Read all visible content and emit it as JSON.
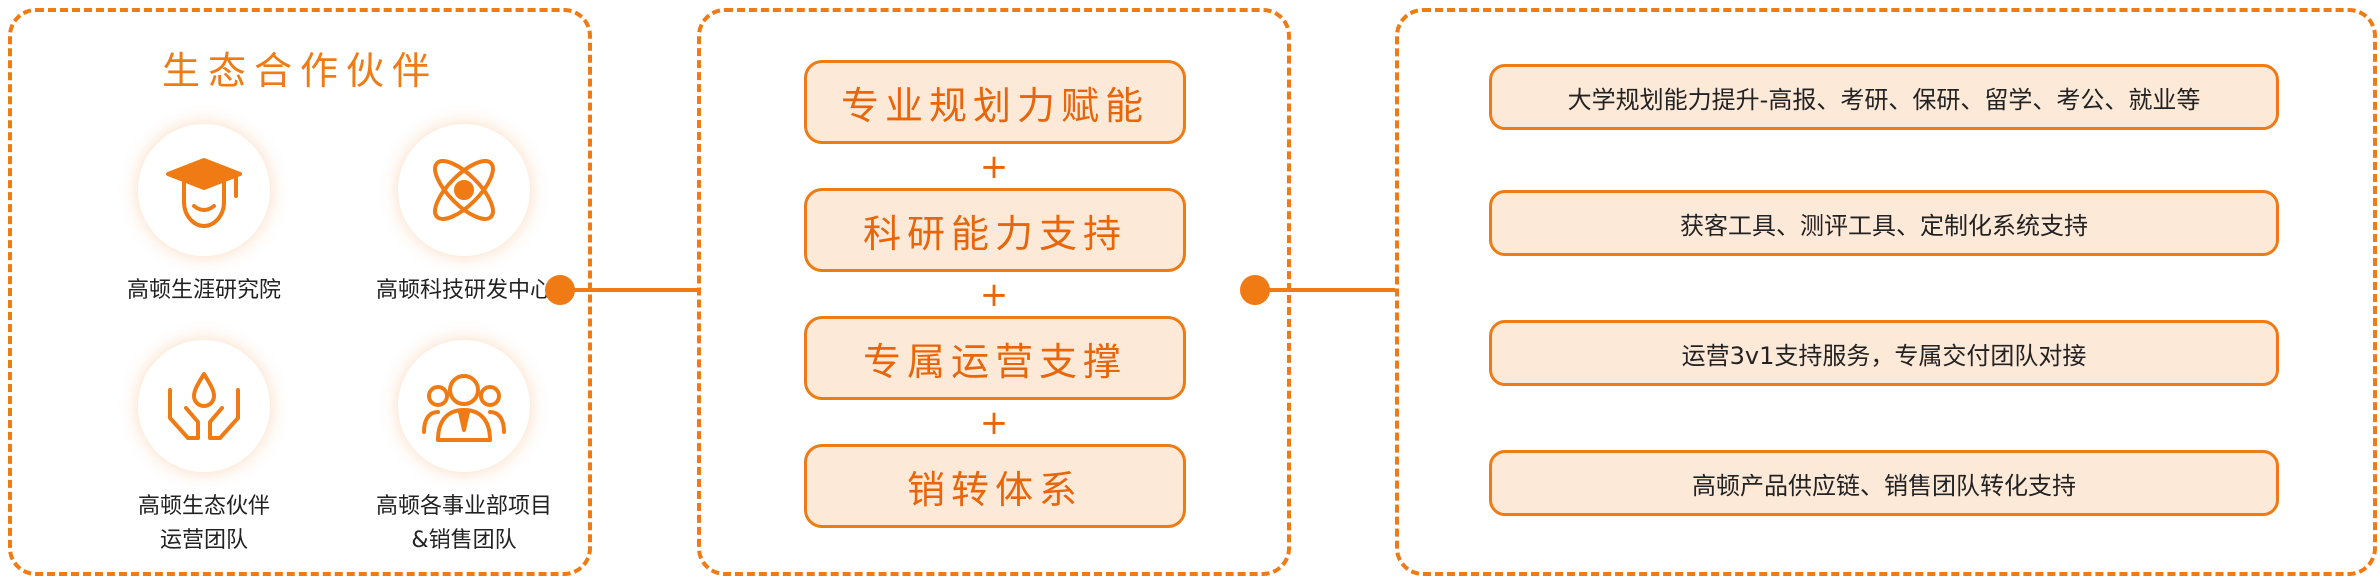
{
  "left_panel": {
    "title": "生态合作伙伴",
    "partners": [
      {
        "icon": "graduate-cap-icon",
        "label": "高顿生涯研究院"
      },
      {
        "icon": "atom-icon",
        "label": "高顿科技研发中心"
      },
      {
        "icon": "hands-drop-icon",
        "label": "高顿生态伙伴\n运营团队"
      },
      {
        "icon": "team-people-icon",
        "label": "高顿各事业部项目\n&销售团队"
      }
    ]
  },
  "middle_panel": {
    "items": [
      "专业规划力赋能",
      "科研能力支持",
      "专属运营支撑",
      "销转体系"
    ],
    "plus": "+"
  },
  "right_panel": {
    "items": [
      "大学规划能力提升-高报、考研、保研、留学、考公、就业等",
      "获客工具、测评工具、定制化系统支持",
      "运营3v1支持服务，专属交付团队对接",
      "高顿产品供应链、销售团队转化支持"
    ]
  },
  "colors": {
    "accent": "#f07a14",
    "pill_fill": "#fde9d8"
  }
}
